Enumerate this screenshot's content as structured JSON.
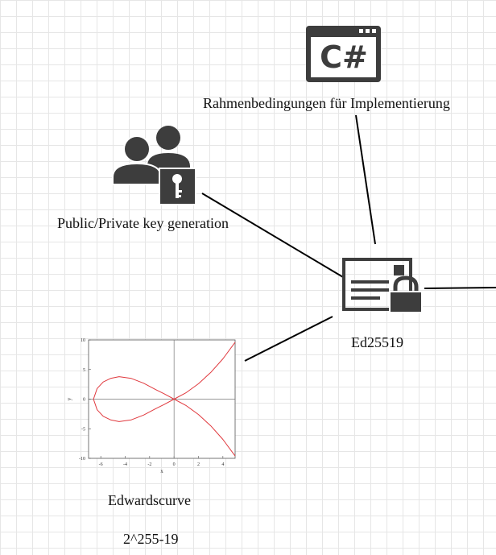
{
  "nodes": {
    "csharp": {
      "label": "Rahmenbedingungen für Implementierung",
      "icon_text": "C#",
      "icon": "csharp-window-icon"
    },
    "keygen": {
      "label": "Public/Private key generation",
      "icon": "users-key-icon"
    },
    "ed25519": {
      "label": "Ed25519",
      "icon": "certificate-lock-icon"
    },
    "curve": {
      "label": "Edwardscurve",
      "sublabel": "2^255-19"
    }
  },
  "chart_data": {
    "type": "line",
    "title": "",
    "xlabel": "x",
    "ylabel": "y",
    "xlim": [
      -7,
      5
    ],
    "ylim": [
      -10,
      10
    ],
    "x_ticks": [
      "-6",
      "-4",
      "-2",
      "0",
      "2",
      "4"
    ],
    "y_ticks": [
      "10",
      "5",
      "0",
      "-5",
      "-10"
    ],
    "grid": true,
    "color": "#e0393e",
    "series": [
      {
        "x": [
          -6.6,
          -6.3,
          -5.8,
          -5.2,
          -4.5,
          -3.5,
          -2.5,
          -1.5,
          -0.8,
          0,
          1,
          2,
          3,
          4,
          5
        ],
        "y": [
          0,
          1.8,
          2.9,
          3.5,
          3.8,
          3.5,
          2.7,
          1.6,
          0.9,
          0,
          1.1,
          2.6,
          4.5,
          6.8,
          9.6
        ]
      },
      {
        "x": [
          -6.6,
          -6.3,
          -5.8,
          -5.2,
          -4.5,
          -3.5,
          -2.5,
          -1.5,
          -0.8,
          0,
          1,
          2,
          3,
          4,
          5
        ],
        "y": [
          0,
          -1.8,
          -2.9,
          -3.5,
          -3.8,
          -3.5,
          -2.7,
          -1.6,
          -0.9,
          0,
          -1.1,
          -2.6,
          -4.5,
          -6.8,
          -9.6
        ]
      }
    ]
  },
  "colors": {
    "icon": "#3d3d3d",
    "line": "#000000",
    "curve": "#e0393e"
  }
}
